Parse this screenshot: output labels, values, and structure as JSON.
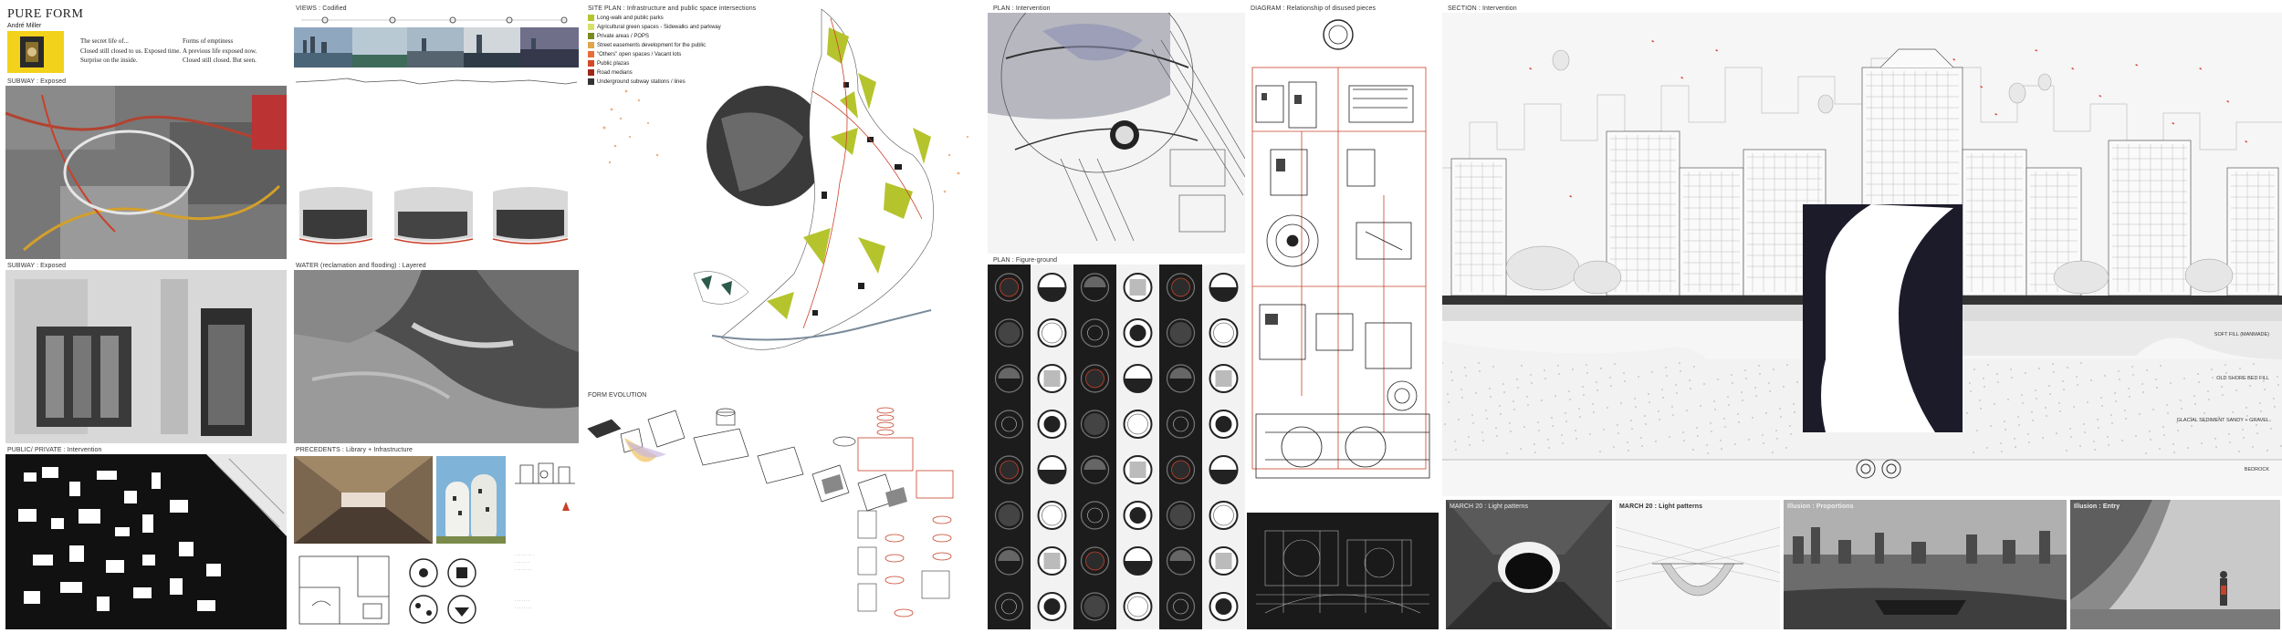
{
  "header": {
    "title": "PURE FORM",
    "author": "André Miller"
  },
  "poem": {
    "left": [
      "The secret life of...",
      "Closed still closed to us. Exposed time.",
      "Surprise on the inside."
    ],
    "right": [
      "Forms of emptiness",
      "A previous life exposed now.",
      "Closed still closed. But seen."
    ]
  },
  "panels": {
    "subway_exposed_1": "SUBWAY : Exposed",
    "subway_exposed_2": "SUBWAY : Exposed",
    "public_private": "PUBLIC/ PRIVATE : Intervention",
    "views_codified": "VIEWS : Codified",
    "water": "WATER (reclamation and flooding) : Layered",
    "precedents": "PRECEDENTS : Library + Infrastructure",
    "site_plan": "SITE PLAN : Infrastructure and public space intersections",
    "form_evolution": "FORM EVOLUTION",
    "plan_intervention": "PLAN : Intervention",
    "plan_figure_ground": "PLAN : Figure-ground",
    "diagram": "DIAGRAM : Relationship of disused pieces",
    "section": "SECTION : Intervention",
    "march20_light": "MARCH 20 : Light patterns",
    "illusion_proportion": "Illusion : Proportions",
    "illusion_entry": "Illusion : Entry"
  },
  "site_legend": [
    {
      "label": "Long-walk and public parks",
      "color": "#b5c42d"
    },
    {
      "label": "Agricultural green spaces - Sidewalks and parkway",
      "color": "#d7e06a"
    },
    {
      "label": "Private areas / POPS",
      "color": "#7a8a1e"
    },
    {
      "label": "Street easements development for the public",
      "color": "#e0a54c"
    },
    {
      "label": "\"Others\" open spaces / Vacant lots",
      "color": "#e86d3a"
    },
    {
      "label": "Public plazas",
      "color": "#d14b2a"
    },
    {
      "label": "Road medians",
      "color": "#9b2a1a"
    },
    {
      "label": "Underground subway stations / lines",
      "color": "#333333"
    }
  ],
  "soil_layers": [
    "SOFT FILL (MANMADE)",
    "OLD SHORE BED FILL",
    "GLACIAL SEDIMENT SANDY + GRAVEL",
    "BEDROCK"
  ],
  "colors": {
    "accent_red": "#c8412a",
    "logo_yellow": "#f2d21a",
    "panel_dark": "#1a1a1a",
    "green": "#a9bd2f"
  }
}
